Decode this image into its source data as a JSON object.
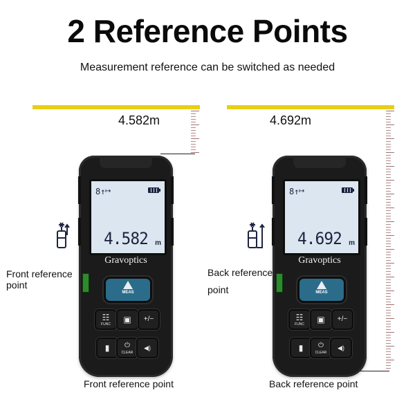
{
  "header": {
    "title": "2 Reference Points",
    "subtitle": "Measurement reference can be switched as needed"
  },
  "colors": {
    "bar_yellow": "#e8cf14",
    "device_body": "#1b1b1b",
    "meas_button": "#2a6c8a",
    "lcd_background": "#dbe6f0",
    "lcd_digits": "#1d2440",
    "level_green": "#2d8a2d",
    "ruler_ticks": "#b48a8a"
  },
  "panels": [
    {
      "measurement": "4.582m",
      "lcd_reading": "4.582",
      "lcd_unit": "m",
      "brand": "Gravoptics",
      "side_label_line1": "Front reference",
      "side_label_line2": "point",
      "bottom_label": "Front reference point",
      "reference_icon": "front-reference-icon"
    },
    {
      "measurement": "4.692m",
      "lcd_reading": "4.692",
      "lcd_unit": "m",
      "brand": "Gravoptics",
      "side_label_line1": "Back reference",
      "side_label_line2": "point",
      "bottom_label": "Back reference point",
      "reference_icon": "back-reference-icon"
    }
  ],
  "device_buttons": {
    "meas": "MEAS",
    "func": "FUNC",
    "save_glyph": "▣",
    "plus_minus": "+/−",
    "clear": "CLEAR",
    "power_glyph": "⏻",
    "volume_glyph": "◀)",
    "reference_glyph": "▮",
    "func_glyph": "☷"
  },
  "lcd": {
    "mode_glyph": "8↑",
    "ruler_glyph": "↖→"
  }
}
